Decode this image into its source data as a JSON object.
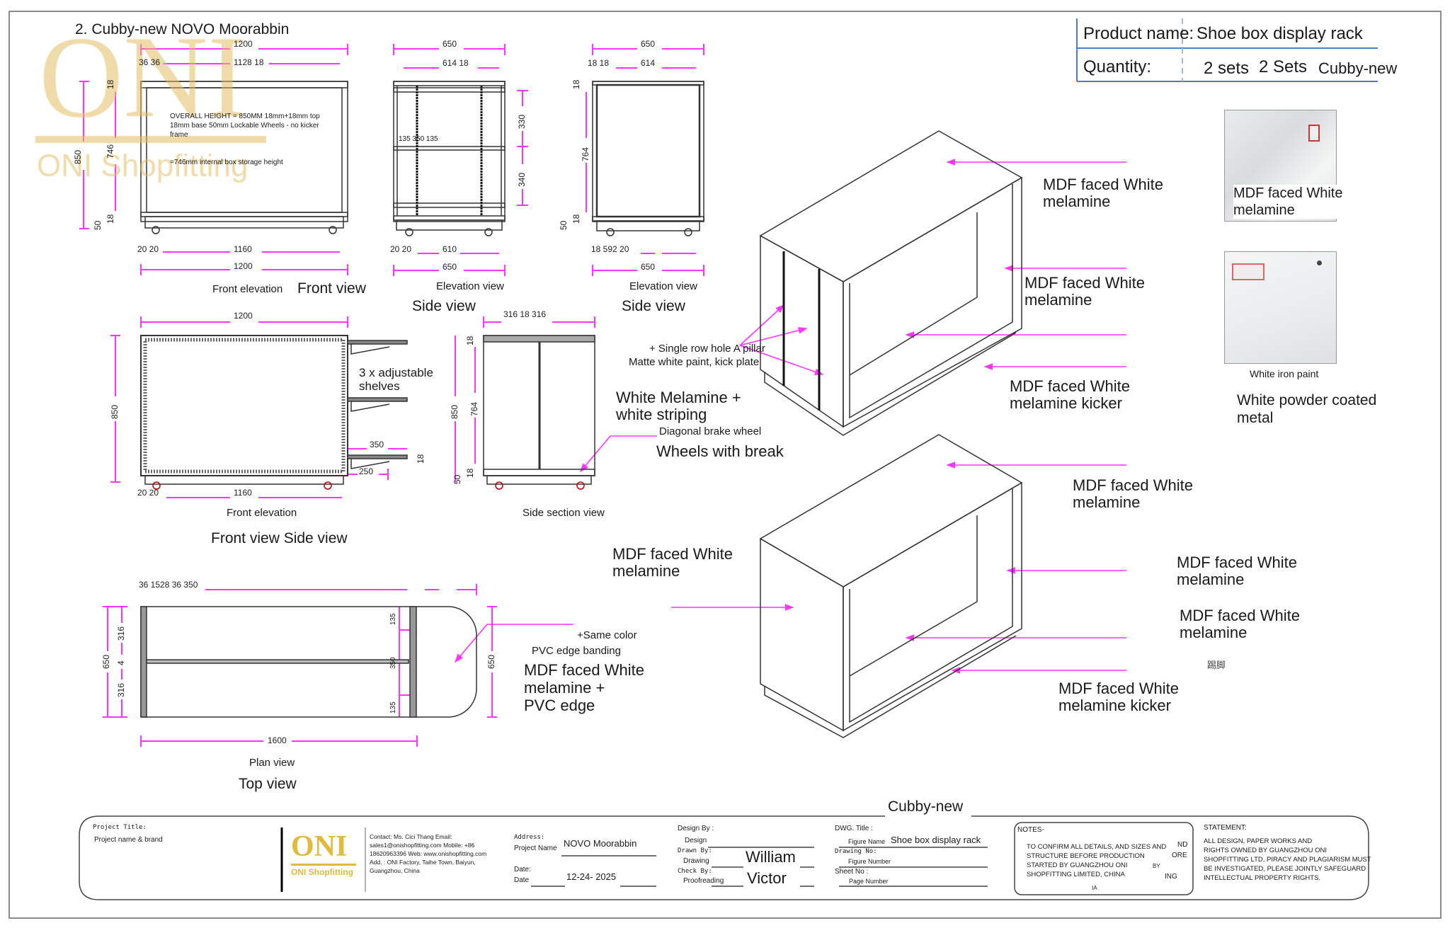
{
  "title": "2. Cubby-new NOVO Moorabbin",
  "watermark": {
    "logo": "ONI",
    "name": "ONI Shopfitting"
  },
  "product_table": {
    "product_label": "Product name:",
    "product_value": "Shoe box display rack",
    "product_overlay": "Cubby-new",
    "quantity_label": "Quantity:",
    "quantity_value_1": "2 sets",
    "quantity_value_2": "2 Sets"
  },
  "swatches": [
    {
      "label": "MDF faced White melamine",
      "label_line1": "MDF faced White",
      "label_line2": "melamine"
    },
    {
      "caption": "White iron paint",
      "desc_line1": "White powder coated",
      "desc_line2": "metal"
    }
  ],
  "front_elevation_top": {
    "dim_overall": "1200",
    "dim_left": "36 36",
    "dim_inner": "1128 18",
    "dim_h850": "850",
    "dim_h746": "746",
    "dim_h18_top": "18",
    "dim_h18_bot": "18",
    "dim_h50": "50",
    "note1": "OVERALL HEIGHT = 850MM 18mm+18mm top",
    "note2": "18mm base 50mm Lockable Wheels - no kicker",
    "note3": "frame",
    "note4": "=746mm internal box storage height",
    "dim_bottom_small": "20 20",
    "dim_bottom_inner": "1160",
    "dim_bottom_overall": "1200",
    "caption": "Front elevation",
    "caption_overlay": "Front view"
  },
  "side_view_1": {
    "dim_overall": "650",
    "dim_inner": "614 18",
    "dim_330": "330",
    "dim_340": "340",
    "dim_mid": "135 350 135",
    "dim_bottom_small": "20 20",
    "dim_bottom_inner": "610",
    "dim_bottom_overall": "650",
    "caption": "Elevation view",
    "title": "Side view"
  },
  "side_view_2": {
    "dim_overall": "650",
    "dim_left": "18 18",
    "dim_inner": "614",
    "dim_h18_top": "18",
    "dim_h764": "764",
    "dim_h18_bot": "18",
    "dim_h50": "50",
    "dim_bottom_small": "18 592 20",
    "dim_bottom_overall": "650",
    "caption": "Elevation view",
    "title": "Side view"
  },
  "front_elevation_mid": {
    "dim_overall": "1200",
    "dim_h850": "850",
    "shelves_line1": "3 x adjustable",
    "shelves_line2": "shelves",
    "dim_350": "350",
    "dim_250": "250",
    "dim_18": "18",
    "dim_bottom_small": "20 20",
    "dim_bottom_inner": "1160",
    "caption": "Front elevation",
    "title": "Front view Side view"
  },
  "side_section": {
    "dim_top": "316 18 316",
    "dim_h850": "850",
    "dim_h764": "764",
    "dim_h18_top": "18",
    "dim_h18_bot": "18",
    "dim_h50": "50",
    "caption": "Side section view"
  },
  "annotations": {
    "pillar": "+ Single row hole A pillar",
    "kick_plate": "Matte white paint, kick plate",
    "striping_line1": "White Melamine +",
    "striping_line2": "white striping",
    "brake": "Diagonal brake wheel",
    "wheels": "Wheels with break"
  },
  "top_view": {
    "dim_top": "36 1528 36 350",
    "dim_650_left": "650",
    "dim_316_a": "316",
    "dim_4": "4",
    "dim_316_b": "316",
    "dim_135_a": "135",
    "dim_350": "350",
    "dim_135_b": "135",
    "dim_650_right": "650",
    "dim_1600": "1600",
    "caption": "Plan view",
    "title": "Top view",
    "same_color": "+Same color",
    "pvc_banding": "PVC edge banding",
    "material_line1": "MDF faced White",
    "material_line2": "melamine +",
    "material_line3": "PVC edge"
  },
  "iso_1_labels": [
    {
      "l1": "MDF faced White",
      "l2": "melamine"
    },
    {
      "l1": "MDF faced White",
      "l2": "melamine"
    },
    {
      "l1": "MDF faced White",
      "l2": "melamine kicker"
    }
  ],
  "iso_2_labels": [
    {
      "l1": "MDF faced White",
      "l2": "melamine"
    },
    {
      "l1": "MDF faced White",
      "l2": "melamine"
    },
    {
      "l1": "MDF faced White",
      "l2": "melamine"
    },
    {
      "l1": "MDF faced White",
      "l2": "melamine kicker"
    },
    {
      "l1": "MDF faced White",
      "l2": "melamine"
    }
  ],
  "iso_2_kicker_cn": "踢脚",
  "title_block": {
    "heading": "Cubby-new",
    "project_title_label": "Project Title:",
    "project_title_value": "Project name & brand",
    "logo": "ONI",
    "logo_sub": "ONI Shopfitting",
    "contact": [
      "Contact: Ms. Cici Thang Email:",
      "sales1@onishopfitting.com Mobile: +86",
      "18620963396 Web: www.onishopfitting.com",
      "Add. : ONI Factory, Taihe Town, Baiyun,",
      "Guangzhou, China"
    ],
    "address_label": "Address:",
    "project_name_label": "Project Name",
    "project_name_value": "NOVO Moorabbin",
    "date_label_1": "Date:",
    "date_label_2": "Date",
    "date_value": "12-24- 2025",
    "design_by_label": "Design By   :",
    "design_label": "Design",
    "drawn_by_label": "Drawn By:",
    "drawing_label": "Drawing",
    "drawn_by_value": "William",
    "check_by_label": "Check By:",
    "proofreading_label": "Proofreading",
    "check_by_value": "Victor",
    "dwg_title_label": "DWG. Title   :",
    "figure_name_label": "Figure Name",
    "figure_name_value": "Shoe box display rack",
    "drawing_no_label": "Drawing No:",
    "figure_number_label": "Figure Number",
    "sheet_no_label": "Sheet No   :",
    "page_number_label": "Page Number",
    "notes_label": "NOTES-",
    "notes": [
      "TO CONFIRM ALL DETAILS, AND SIZES AND",
      "STRUCTURE BEFORE PRODUCTION",
      "STARTED BY GUANGZHOU ONI",
      "SHOPFITTING LIMITED, CHINA"
    ],
    "notes_ghost": [
      "ND",
      "ORE",
      "BY",
      "ING",
      "IA"
    ],
    "statement_label": "STATEMENT:",
    "statement": [
      "ALL DESIGN, PAPER WORKS AND",
      "RIGHTS OWNED BY GUANGZHOU ONI",
      "SHOPFITTING LTD, PIRACY AND PLAGIARISM MUST",
      "BE INVESTIGATED, PLEASE JOINTLY SAFEGUARD",
      "INTELLECTUAL PROPERTY RIGHTS."
    ]
  },
  "colors": {
    "dimension": "#ff33ff",
    "line": "#333333",
    "table_border": "#4a7fc1",
    "gold": "#e2be64"
  }
}
